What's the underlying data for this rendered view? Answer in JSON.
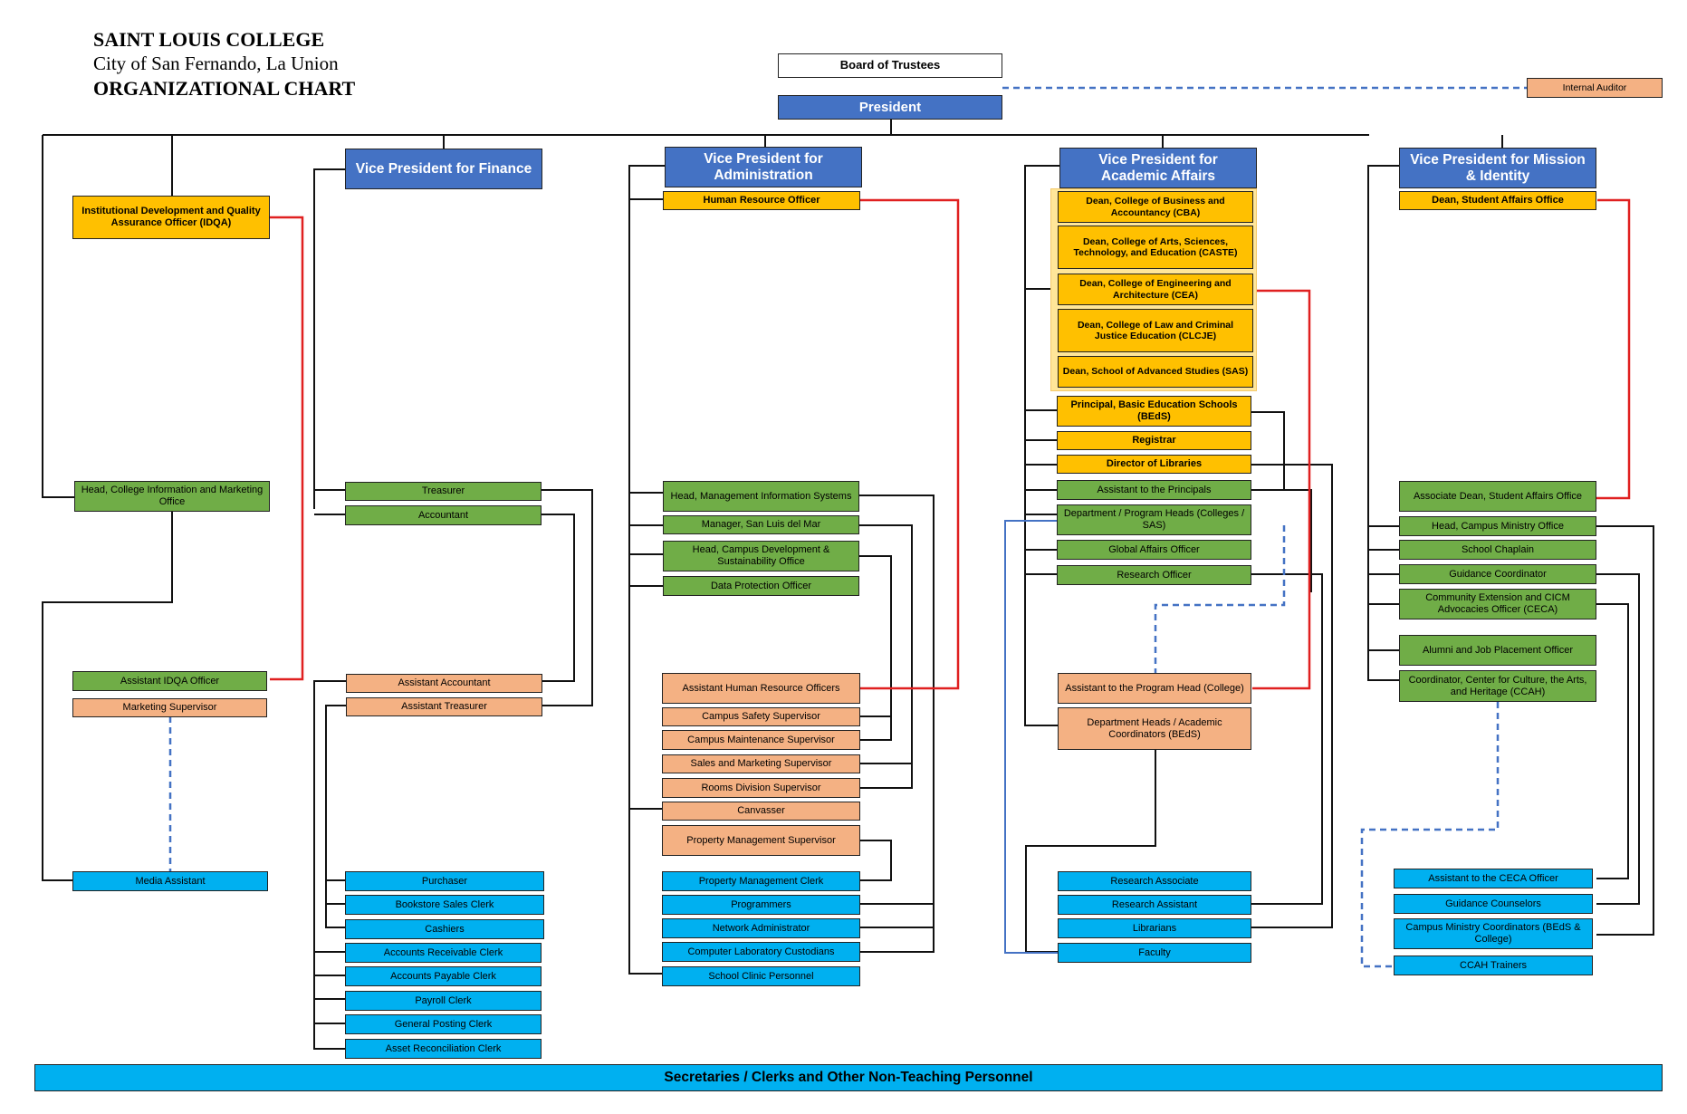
{
  "header": {
    "school": "SAINT LOUIS COLLEGE",
    "location": "City of San Fernando, La Union",
    "chart_title": "ORGANIZATIONAL CHART"
  },
  "top": {
    "board": "Board of Trustees",
    "president": "President",
    "internal_auditor": "Internal Auditor"
  },
  "idqa": {
    "officer": "Institutional Development and Quality Assurance Officer (IDQA)",
    "head_cimo": "Head, College Information and Marketing Office",
    "assistant_idqa": "Assistant IDQA Officer",
    "marketing_supervisor": "Marketing Supervisor",
    "media_assistant": "Media Assistant"
  },
  "finance": {
    "vp": "Vice President for Finance",
    "treasurer": "Treasurer",
    "accountant": "Accountant",
    "assistant_accountant": "Assistant Accountant",
    "assistant_treasurer": "Assistant Treasurer",
    "staff": [
      "Purchaser",
      "Bookstore Sales Clerk",
      "Cashiers",
      "Accounts Receivable Clerk",
      "Accounts Payable Clerk",
      "Payroll Clerk",
      "General Posting Clerk",
      "Asset Reconciliation Clerk"
    ]
  },
  "administration": {
    "vp": "Vice President for Administration",
    "hr_officer": "Human Resource Officer",
    "heads": [
      "Head, Management Information Systems",
      "Manager, San Luis del Mar",
      "Head, Campus Development & Sustainability Office",
      "Data Protection Officer"
    ],
    "supervisors": [
      "Assistant Human Resource Officers",
      "Campus Safety Supervisor",
      "Campus Maintenance Supervisor",
      "Sales and Marketing Supervisor",
      "Rooms Division Supervisor",
      "Canvasser",
      "Property Management Supervisor"
    ],
    "staff": [
      "Property Management Clerk",
      "Programmers",
      "Network Administrator",
      "Computer Laboratory Custodians",
      "School Clinic Personnel"
    ]
  },
  "academic": {
    "vp": "Vice President for Academic Affairs",
    "deans": [
      "Dean, College of Business and Accountancy (CBA)",
      "Dean, College of Arts, Sciences, Technology, and Education (CASTE)",
      "Dean, College of Engineering and Architecture (CEA)",
      "Dean, College of Law and Criminal Justice Education (CLCJE)",
      "Dean, School of Advanced Studies (SAS)"
    ],
    "officers": [
      "Principal, Basic Education Schools (BEdS)",
      "Registrar",
      "Director of Libraries"
    ],
    "heads": [
      "Assistant to the Principals",
      "Department / Program Heads (Colleges / SAS)",
      "Global Affairs Officer",
      "Research Officer"
    ],
    "assistants": [
      "Assistant to the Program Head (College)",
      "Department Heads / Academic Coordinators (BEdS)"
    ],
    "staff": [
      "Research Associate",
      "Research Assistant",
      "Librarians",
      "Faculty"
    ]
  },
  "mission": {
    "vp": "Vice President for Mission & Identity",
    "dean": "Dean, Student Affairs Office",
    "heads": [
      "Associate Dean, Student Affairs Office",
      "Head, Campus Ministry Office",
      "School Chaplain",
      "Guidance Coordinator",
      "Community Extension and CICM Advocacies Officer (CECA)",
      "Alumni and Job Placement Officer",
      "Coordinator, Center for Culture, the Arts, and Heritage (CCAH)"
    ],
    "staff": [
      "Assistant to the CECA Officer",
      "Guidance Counselors",
      "Campus Ministry Coordinators (BEdS & College)",
      "CCAH Trainers"
    ]
  },
  "footer": "Secretaries / Clerks and Other Non-Teaching Personnel",
  "colors": {
    "vp_blue": "#4472C4",
    "officer_yellow": "#FFC000",
    "head_green": "#70AD47",
    "supervisor_orange": "#F4B183",
    "staff_cyan": "#00B0F0",
    "red_line": "#E02020",
    "dashed_blue": "#4472C4"
  }
}
